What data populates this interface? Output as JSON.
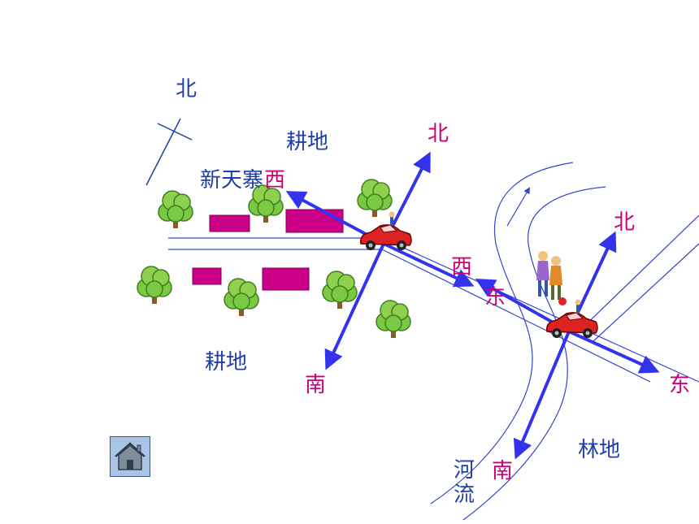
{
  "map": {
    "compass_north": "北",
    "farmland_top": "耕地",
    "farmland_bottom": "耕地",
    "village": "新天寨",
    "forest": "林地",
    "river": "河流",
    "river_chars": [
      "河",
      "流"
    ]
  },
  "car1": {
    "north": "北",
    "south": "南",
    "west": "西",
    "east": "东"
  },
  "car2": {
    "north": "北",
    "south": "南",
    "west": "西",
    "east": "东"
  },
  "colors": {
    "arrow": "#3333ee",
    "label_blue": "#1f3fa8",
    "label_magenta": "#cc0077",
    "house": "#cc0088",
    "road": "#3344cc",
    "tree_leaf": "#7ac943",
    "car": "#dd2222"
  },
  "controls": {
    "home_icon": "home-icon"
  }
}
